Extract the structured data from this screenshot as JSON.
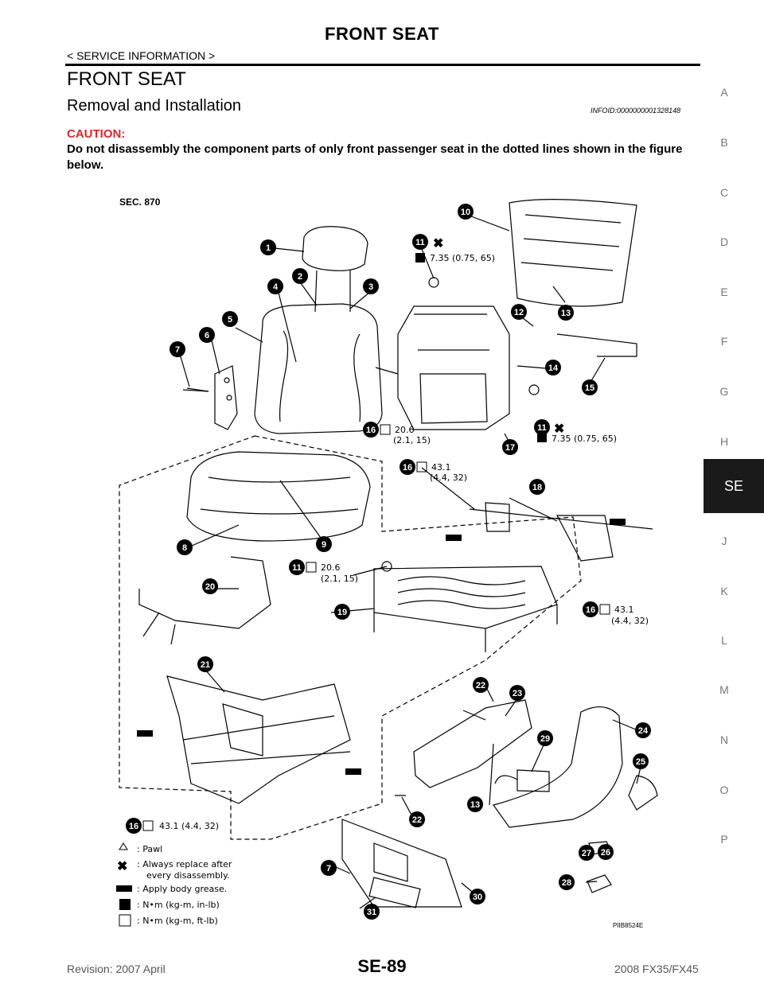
{
  "header": {
    "title": "FRONT SEAT",
    "subtitle": "< SERVICE INFORMATION >"
  },
  "page_title": "FRONT SEAT",
  "section": {
    "title": "Removal and Installation",
    "info_id": "INFOID:0000000001328148"
  },
  "caution": {
    "label": "CAUTION:",
    "text": "Do not disassembly the component parts of only front passenger seat in the dotted lines shown in the figure below."
  },
  "diagram": {
    "sec": "SEC. 870",
    "code": "PIIB8524E",
    "torques": {
      "t11_upper": "7.35 (0.75, 65)",
      "t11_lower": "7.35 (0.75, 65)",
      "t16a_1": "20.6",
      "t16a_2": "(2.1, 15)",
      "t16b_1": "43.1",
      "t16b_2": "(4.4, 32)",
      "t11c_1": "20.6",
      "t11c_2": "(2.1, 15)",
      "t16c_1": "43.1",
      "t16c_2": "(4.4, 32)",
      "t16d": "43.1 (4.4, 32)"
    },
    "legend": [
      {
        "icon": "pawl-icon",
        "text": ": Pawl"
      },
      {
        "icon": "replace-icon",
        "text": ": Always replace after"
      },
      {
        "icon": "",
        "text": "every disassembly."
      },
      {
        "icon": "grease-icon",
        "text": ": Apply body grease."
      },
      {
        "icon": "torque-in-lb-icon",
        "text": ": N•m (kg-m, in-lb)"
      },
      {
        "icon": "torque-ft-lb-icon",
        "text": ": N•m (kg-m, ft-lb)"
      }
    ],
    "callouts": [
      "1",
      "2",
      "3",
      "4",
      "5",
      "6",
      "7",
      "8",
      "9",
      "10",
      "11",
      "12",
      "13",
      "14",
      "15",
      "16",
      "17",
      "18",
      "19",
      "20",
      "21",
      "22",
      "23",
      "24",
      "25",
      "26",
      "27",
      "28",
      "29",
      "30",
      "31"
    ]
  },
  "side_letters": [
    "A",
    "B",
    "C",
    "D",
    "E",
    "F",
    "G",
    "H",
    "SE",
    "J",
    "K",
    "L",
    "M",
    "N",
    "O",
    "P"
  ],
  "footer": {
    "left": "Revision: 2007 April",
    "page": "SE-89",
    "right": "2008 FX35/FX45"
  }
}
